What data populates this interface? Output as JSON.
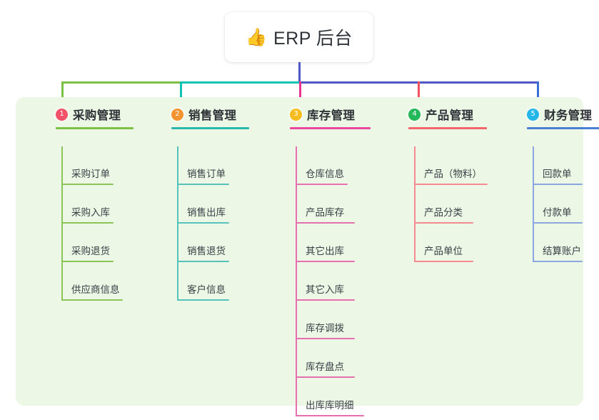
{
  "root": {
    "emoji": "👍",
    "icon_name": "thumbs-up-icon",
    "title": "ERP 后台"
  },
  "palette": {
    "panel_bg": "#edf7e6",
    "page_bg": "#ffffff",
    "trunk": "#4f57c4",
    "bar_green": "#7cc045",
    "bar_teal": "#12c2b0",
    "bar_blue": "#4f57c4",
    "drop_green": "#7cc045",
    "drop_teal": "#12c2b0",
    "drop_pink": "#e8338f",
    "drop_red": "#f4515f",
    "drop_blue": "#3a6fd8",
    "text": "#2f3338"
  },
  "columns": [
    {
      "index": "1",
      "badge_color": "#f1526a",
      "line_color": "#7cc045",
      "title": "采购管理",
      "items": [
        "采购订单",
        "采购入库",
        "采购退货",
        "供应商信息"
      ]
    },
    {
      "index": "2",
      "badge_color": "#f59331",
      "line_color": "#2bb6ab",
      "title": "销售管理",
      "items": [
        "销售订单",
        "销售出库",
        "销售退货",
        "客户信息"
      ]
    },
    {
      "index": "3",
      "badge_color": "#f5bd1f",
      "line_color": "#e8479b",
      "title": "库存管理",
      "items": [
        "仓库信息",
        "产品库存",
        "其它出库",
        "其它入库",
        "库存调拨",
        "库存盘点",
        "出库库明细"
      ]
    },
    {
      "index": "4",
      "badge_color": "#23b85a",
      "line_color": "#f4646c",
      "title": "产品管理",
      "items": [
        "产品（物料）",
        "产品分类",
        "产品单位"
      ]
    },
    {
      "index": "5",
      "badge_color": "#24b6e8",
      "line_color": "#6f8fdb",
      "title": "财务管理",
      "items": [
        "回款单",
        "付款单",
        "结算账户"
      ]
    }
  ]
}
